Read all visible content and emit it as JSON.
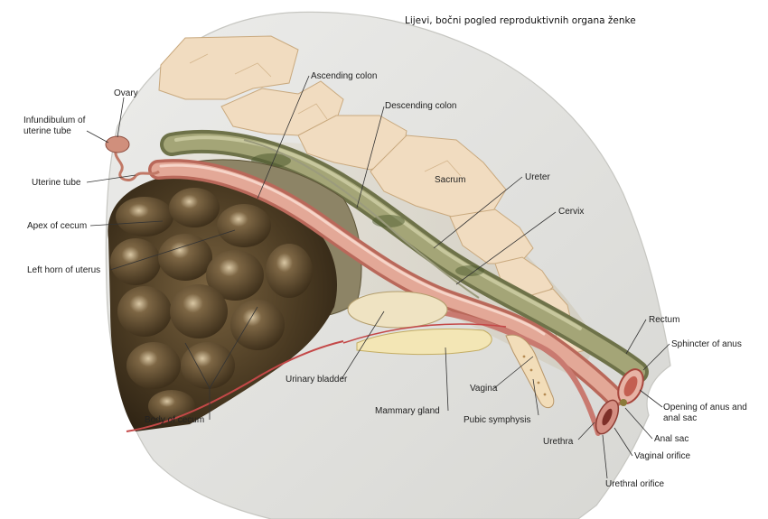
{
  "title": "Lijevi, bočni pogled reproduktivnih organa ženke",
  "labels": {
    "ovary": "Ovary",
    "infundibulum_line1": "Infundibulum of",
    "infundibulum_line2": "uterine tube",
    "uterine_tube": "Uterine tube",
    "apex_of_cecum": "Apex of cecum",
    "left_horn_of_uterus": "Left horn of uterus",
    "body_of_cecum": "Body of cecum",
    "ascending_colon": "Ascending colon",
    "descending_colon": "Descending colon",
    "sacrum": "Sacrum",
    "ureter": "Ureter",
    "cervix": "Cervix",
    "urinary_bladder": "Urinary bladder",
    "mammary_gland": "Mammary gland",
    "vagina": "Vagina",
    "pubic_symphysis": "Pubic symphysis",
    "urethra": "Urethra",
    "rectum": "Rectum",
    "sphincter_of_anus": "Sphincter of anus",
    "opening_line1": "Opening of anus and",
    "opening_line2": "anal sac",
    "anal_sac": "Anal sac",
    "vaginal_orifice": "Vaginal orifice",
    "urethral_orifice": "Urethral orifice"
  },
  "colors": {
    "body_outline": "#d9d9d4",
    "bone": "#f1dcc0",
    "cecum": "#4f3e26",
    "uterus": "#d89480",
    "colon": "#8d8f62",
    "bladder": "#efe3c2",
    "leader_line": "#333333"
  }
}
